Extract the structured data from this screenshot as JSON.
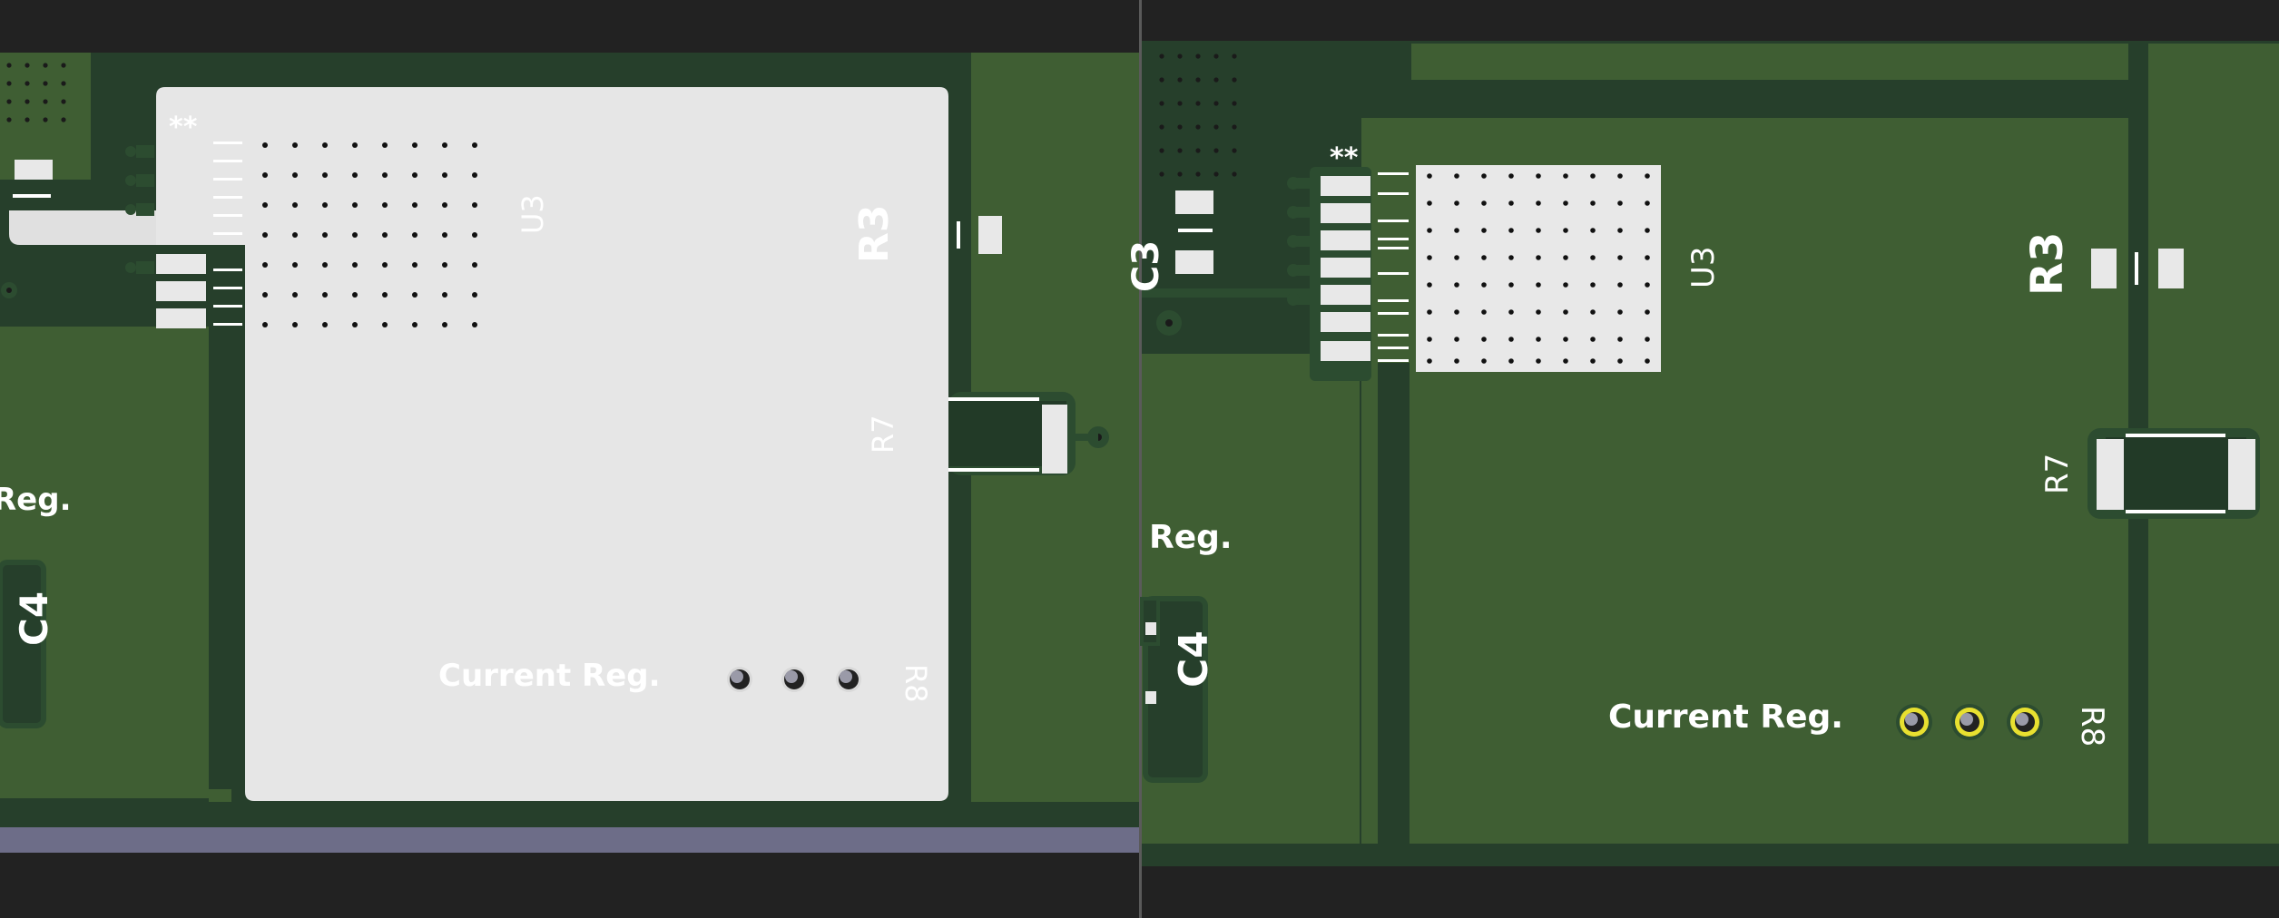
{
  "colors": {
    "background": "#232323",
    "board_dark": "#263f2b",
    "board_copper": "#3f5e33",
    "stiffener": "#e6e6e6",
    "silkscreen": "#ffffff",
    "pad": "#e8e8e8",
    "via_ring": "#e8e030",
    "edge_strip": "#6d6d88"
  },
  "left_view": {
    "asterisk": "**",
    "u3": "U3",
    "r3": "R3",
    "r7": "R7",
    "r8": "R8",
    "current_reg": "Current Reg.",
    "reg_partial": "Reg.",
    "c4": "C4"
  },
  "right_view": {
    "asterisk": "**",
    "u3": "U3",
    "r3": "R3",
    "r7": "R7",
    "r8": "R8",
    "current_reg": "Current Reg.",
    "reg_partial": "Reg.",
    "c4": "C4",
    "c3_partial": "C3"
  }
}
